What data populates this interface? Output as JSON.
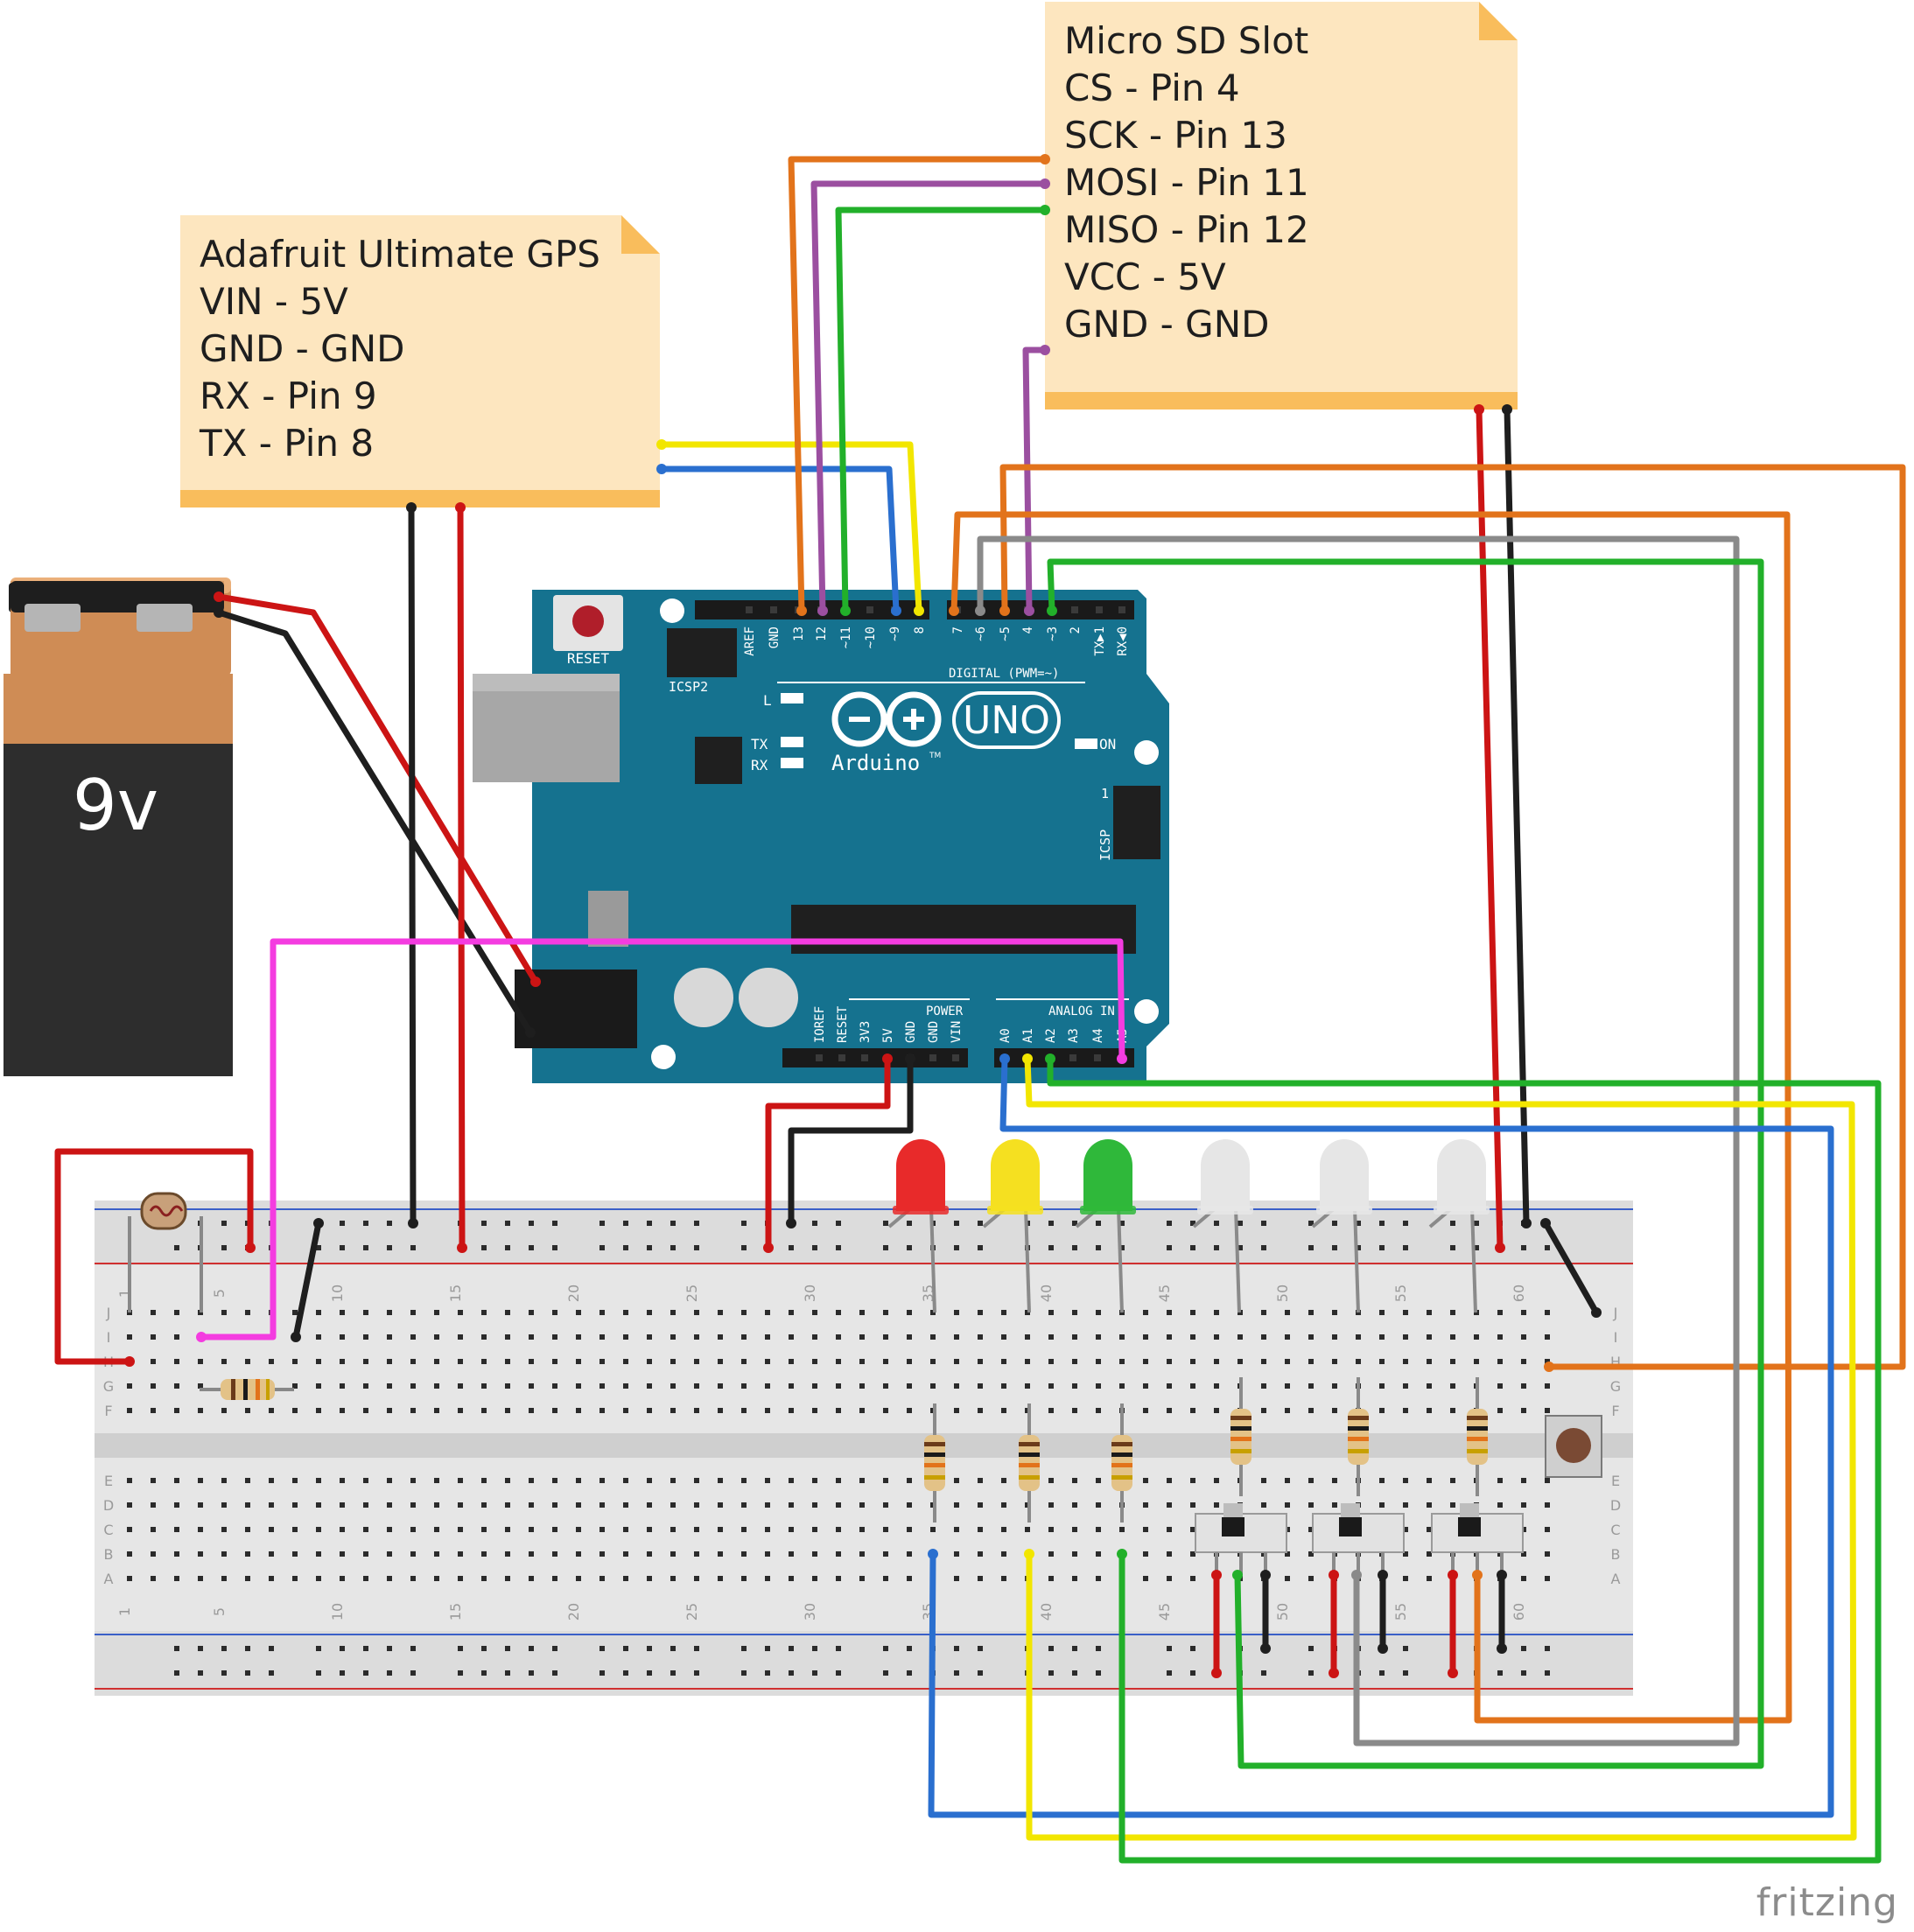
{
  "gps_note": {
    "lines": [
      "Adafruit Ultimate GPS",
      "VIN - 5V",
      "GND - GND",
      "RX - Pin 9",
      "TX - Pin 8"
    ]
  },
  "sd_note": {
    "lines": [
      "Micro SD Slot",
      "CS - Pin 4",
      "SCK - Pin 13",
      "MOSI - Pin 11",
      "MISO - Pin 12",
      "VCC - 5V",
      "GND - GND"
    ]
  },
  "battery": {
    "label": "9v"
  },
  "arduino": {
    "reset_label": "RESET",
    "icsp2_label": "ICSP2",
    "icsp_label": "ICSP",
    "icsp_pin1": "1",
    "digital_label": "DIGITAL (PWM=~)",
    "power_label": "POWER",
    "analog_label": "ANALOG IN",
    "led_l": "L",
    "led_tx": "TX",
    "led_rx": "RX",
    "led_on": "ON",
    "logo_text": "Arduino",
    "tm": "TM",
    "model": "UNO",
    "digital_pins": [
      "AREF",
      "GND",
      "13",
      "12",
      "~11",
      "~10",
      "~9",
      "8",
      "7",
      "~6",
      "~5",
      "4",
      "~3",
      "2",
      "TX▶1",
      "RX◀0"
    ],
    "power_pins": [
      "IOREF",
      "RESET",
      "3V3",
      "5V",
      "GND",
      "GND",
      "VIN"
    ],
    "analog_pins": [
      "A0",
      "A1",
      "A2",
      "A3",
      "A4",
      "A5"
    ]
  },
  "breadboard": {
    "column_numbers": [
      "1",
      "5",
      "10",
      "15",
      "20",
      "25",
      "30",
      "35",
      "40",
      "45",
      "50",
      "55",
      "60"
    ],
    "top_rows": [
      "J",
      "I",
      "H",
      "G",
      "F"
    ],
    "bottom_rows": [
      "E",
      "D",
      "C",
      "B",
      "A"
    ]
  },
  "wire_colors": {
    "red": "#cc1414",
    "black": "#1e1e1e",
    "yellow": "#f2e600",
    "blue": "#2a6fcf",
    "orange": "#e2731b",
    "purple": "#9b4fa0",
    "green": "#22b02a",
    "gray": "#8a8a8a",
    "pink": "#f43ce0"
  },
  "leds": [
    "red",
    "yellow",
    "green",
    "white",
    "white",
    "white"
  ],
  "logo": "fritzing"
}
